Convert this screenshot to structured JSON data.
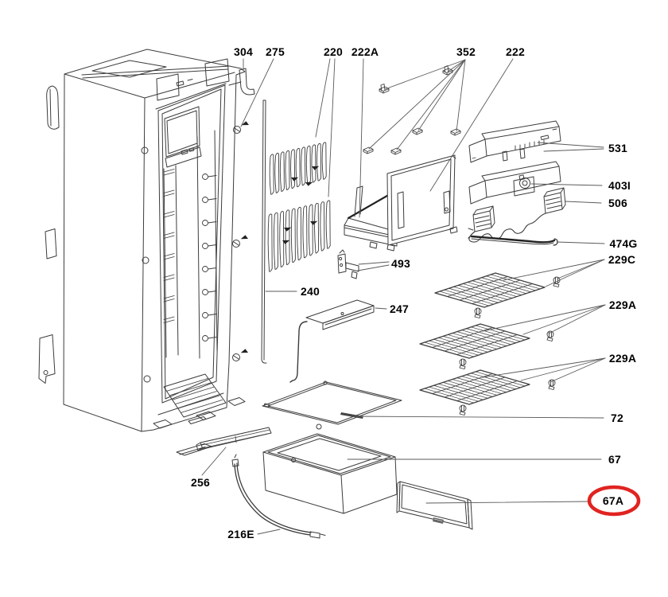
{
  "canvas": {
    "background": "#ffffff"
  },
  "highlight": {
    "part": "67A",
    "color": "#e02421"
  },
  "labels": [
    {
      "text": "304"
    },
    {
      "text": "275"
    },
    {
      "text": "220"
    },
    {
      "text": "222A"
    },
    {
      "text": "352"
    },
    {
      "text": "222"
    },
    {
      "text": "531"
    },
    {
      "text": "403I"
    },
    {
      "text": "506"
    },
    {
      "text": "474G"
    },
    {
      "text": "229C"
    },
    {
      "text": "229A"
    },
    {
      "text": "229A"
    },
    {
      "text": "72"
    },
    {
      "text": "67"
    },
    {
      "text": "67A"
    },
    {
      "text": "493"
    },
    {
      "text": "240"
    },
    {
      "text": "247"
    },
    {
      "text": "256"
    },
    {
      "text": "216E"
    }
  ]
}
